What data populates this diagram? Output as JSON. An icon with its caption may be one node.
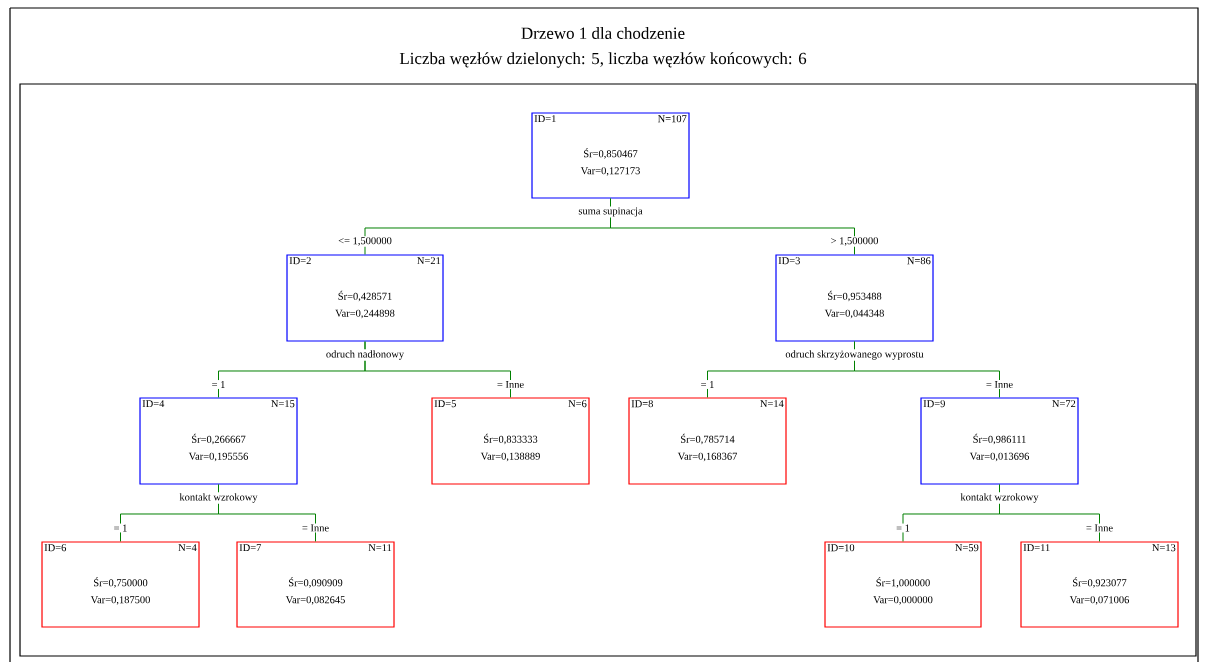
{
  "diagram": {
    "title": "Drzewo 1 dla chodzenie",
    "labels": [
      "Liczba węzłów dzielonych: 5, liczba węzłów końcowych: 6"
    ],
    "nodes": [
      {
        "text": [
          "ID=1",
          "N=107",
          "Śr=0,850467",
          "Var=0,127173"
        ],
        "beside": [
          "suma supinacja"
        ]
      },
      {
        "text": [
          "ID=2",
          "N=21",
          "Śr=0,428571",
          "Var=0,244898"
        ],
        "beside": [
          "odruch nadłonowy"
        ]
      },
      {
        "text": [
          "ID=3",
          "N=86",
          "Śr=0,953488",
          "Var=0,044348"
        ],
        "beside": [
          "odruch skrzyżowanego wyprostu"
        ]
      },
      {
        "text": [
          "ID=4",
          "N=15",
          "Śr=0,266667",
          "Var=0,195556"
        ],
        "beside": [
          "kontakt wzrokowy"
        ]
      },
      {
        "text": [
          "ID=5",
          "N=6",
          "Śr=0,833333",
          "Var=0,138889"
        ]
      },
      {
        "text": [
          "ID=8",
          "N=14",
          "Śr=0,785714",
          "Var=0,168367"
        ]
      },
      {
        "text": [
          "ID=9",
          "N=72",
          "Śr=0,986111",
          "Var=0,013696"
        ],
        "beside": [
          "kontakt wzrokowy"
        ]
      },
      {
        "text": [
          "ID=6",
          "N=4",
          "Śr=0,750000",
          "Var=0,187500"
        ]
      },
      {
        "text": [
          "ID=7",
          "N=11",
          "Śr=0,090909",
          "Var=0,082645"
        ]
      },
      {
        "text": [
          "ID=10",
          "N=59",
          "Śr=1,000000",
          "Var=0,000000"
        ]
      },
      {
        "text": [
          "ID=11",
          "N=13",
          "Śr=0,923077",
          "Var=0,071006"
        ]
      }
    ],
    "edges": [
      {
        "from": 0,
        "to": 1,
        "arrow": "none",
        "label": "<= 1,500000"
      },
      {
        "from": 0,
        "to": 2,
        "arrow": "none",
        "label": "> 1,500000"
      },
      {
        "from": 1,
        "to": 3,
        "arrow": "none",
        "label": "= 1"
      },
      {
        "from": 1,
        "to": 4,
        "arrow": "none",
        "label": "= Inne"
      },
      {
        "from": 2,
        "to": 5,
        "arrow": "none",
        "label": "= 1"
      },
      {
        "from": 2,
        "to": 6,
        "arrow": "none",
        "label": "= Inne"
      },
      {
        "from": 3,
        "to": 7,
        "arrow": "none",
        "label": "= 1"
      },
      {
        "from": 3,
        "to": 8,
        "arrow": "none",
        "label": "= Inne"
      },
      {
        "from": 6,
        "to": 9,
        "arrow": "none",
        "label": "= 1"
      },
      {
        "from": 6,
        "to": 10,
        "arrow": "none",
        "label": "= Inne"
      }
    ]
  }
}
